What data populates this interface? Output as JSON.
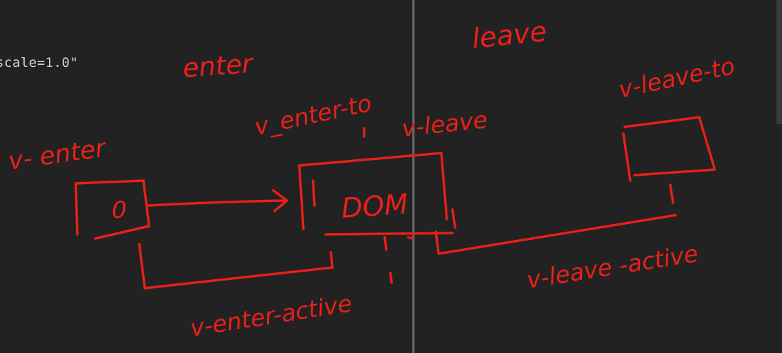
{
  "editor": {
    "code_fragment": "scale=1.0\""
  },
  "annotations": {
    "enter": "enter",
    "leave": "leave",
    "v_enter": "v- enter",
    "v_enter_to": "v_enter-to",
    "v_leave": "v-leave",
    "v_leave_to": "v-leave-to",
    "v_enter_active": "v-enter-active",
    "v_leave_active": "v-leave -active",
    "zero_box_label": "0",
    "dom_box_label": "DOM"
  },
  "colors": {
    "background": "#222222",
    "ink": "#e8201a",
    "code_text": "#d2d2d2",
    "divider": "#6b6b6b"
  }
}
